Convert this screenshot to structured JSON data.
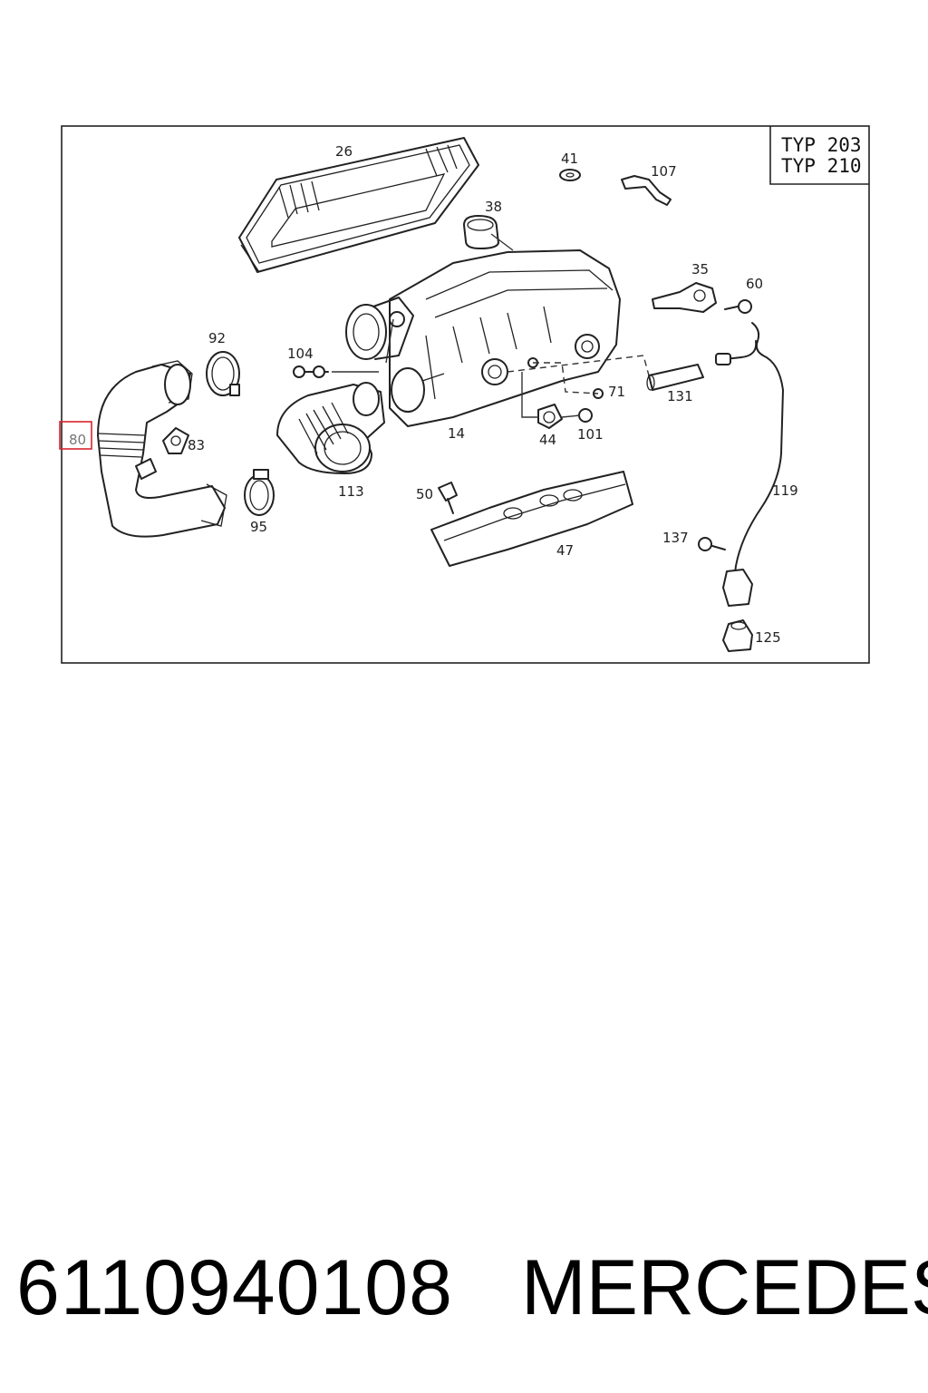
{
  "diagram": {
    "model_types": [
      "TYP 203",
      "TYP 210"
    ],
    "highlight_color": "#d9232e",
    "callouts": {
      "p26": "26",
      "p41": "41",
      "p107": "107",
      "p38": "38",
      "p35": "35",
      "p60": "60",
      "p92": "92",
      "p104": "104",
      "p71": "71",
      "p131": "131",
      "p80": "80",
      "p83": "83",
      "p14": "14",
      "p44": "44",
      "p101": "101",
      "p113": "113",
      "p119": "119",
      "p50": "50",
      "p95": "95",
      "p47": "47",
      "p137": "137",
      "p125": "125"
    },
    "highlighted_callout": "80"
  },
  "footer": {
    "part_number": "6110940108",
    "brand": "MERCEDES"
  }
}
